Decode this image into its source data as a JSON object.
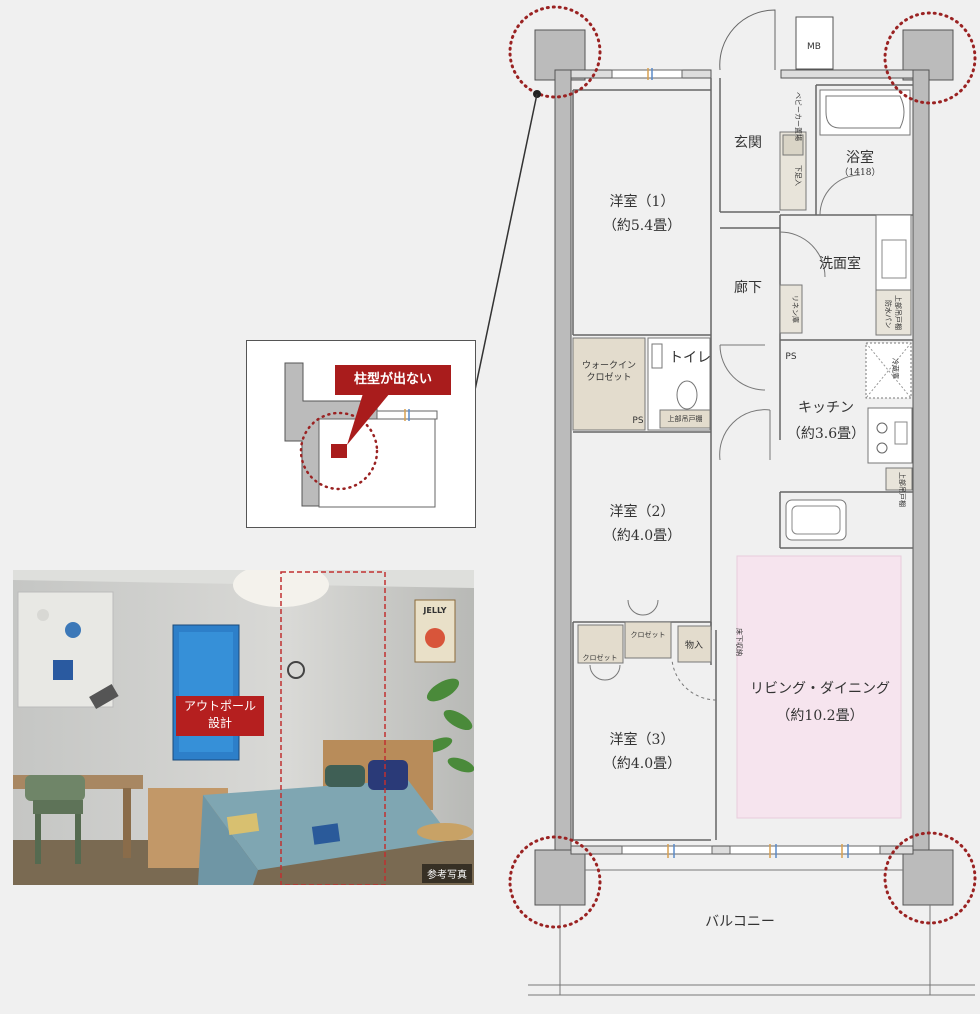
{
  "rooms": {
    "western1": {
      "name": "洋室（1）",
      "area": "（約5.4畳）"
    },
    "western2": {
      "name": "洋室（2）",
      "area": "（約4.0畳）"
    },
    "western3": {
      "name": "洋室（3）",
      "area": "（約4.0畳）"
    },
    "entrance": {
      "name": "玄関"
    },
    "bath": {
      "name": "浴室",
      "size": "（1418）"
    },
    "washroom": {
      "name": "洗面室"
    },
    "hallway": {
      "name": "廊下"
    },
    "toilet": {
      "name": "トイレ"
    },
    "kitchen": {
      "name": "キッチン",
      "area": "（約3.6畳）"
    },
    "living": {
      "name": "リビング・ダイニング",
      "area": "（約10.2畳）"
    },
    "balcony": {
      "name": "バルコニー"
    },
    "walkin": {
      "line1": "ウォークイン",
      "line2": "クロゼット"
    }
  },
  "labels": {
    "mb": "MB",
    "ps1": "PS",
    "ps2": "PS",
    "closet1": "クロゼット",
    "closet2": "クロゼット",
    "storage": "物入",
    "upper_cab1": "上部吊戸棚",
    "upper_cab2": "上部吊戸棚",
    "upper_cab3": "上部吊戸棚",
    "waterproof": "防水パン",
    "fridge": "冷蔵庫",
    "stroller": "ベビーカー置場",
    "linen": "リネン庫",
    "shoes": "下足入",
    "under_floor": "床下収納"
  },
  "callout": {
    "text": "柱型が出ない"
  },
  "photo": {
    "badge_line1": "アウトポール",
    "badge_line2": "設計",
    "caption": "参考写真",
    "poster": "JELLY"
  }
}
